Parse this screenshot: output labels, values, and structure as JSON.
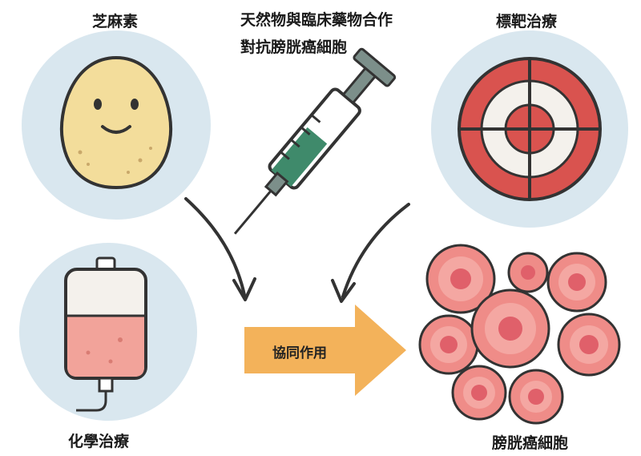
{
  "labels": {
    "sesamin": "芝麻素",
    "title_line1": "天然物與臨床藥物合作",
    "title_line2": "對抗膀胱癌細胞",
    "targeted_therapy": "標靶治療",
    "chemotherapy": "化學治療",
    "synergy": "協同作用",
    "bladder_cancer_cells": "膀胱癌細胞"
  },
  "colors": {
    "circle_bg": "#d9e7ef",
    "seed_fill": "#f3dd9b",
    "target_red": "#d9534f",
    "target_white": "#f4f1ec",
    "iv_fluid": "#f2a39a",
    "synergy_arrow": "#f3b25a",
    "cell_fill": "#ef8c88",
    "cell_nucleus": "#e0606a",
    "syringe_green": "#3f8a6b",
    "outline": "#333333"
  }
}
